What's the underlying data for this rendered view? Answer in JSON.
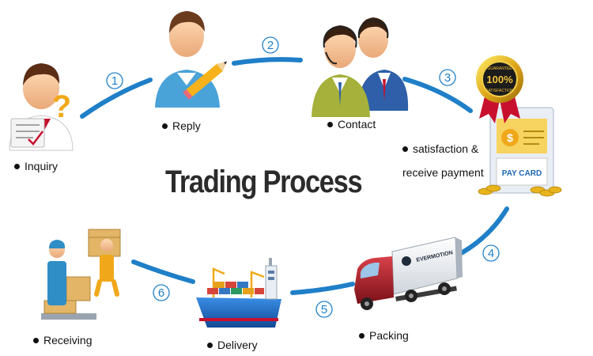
{
  "title": "Trading Process",
  "steps": [
    {
      "number": "1"
    },
    {
      "number": "2"
    },
    {
      "number": "3"
    },
    {
      "number": "4"
    },
    {
      "number": "5"
    },
    {
      "number": "6"
    }
  ],
  "stages": {
    "inquiry": "Inquiry",
    "reply": "Reply",
    "contact": "Contact",
    "payment_line1": "satisfaction &",
    "payment_line2": "receive payment",
    "packing": "Packing",
    "delivery": "Delivery",
    "receiving": "Receiving"
  },
  "badge": {
    "top": "GUARANTEE",
    "center": "100%",
    "bottom": "SATISFACTION"
  },
  "card": {
    "label": "PAY CARD"
  },
  "truck": {
    "brand": "EVERMOTION"
  },
  "colors": {
    "connector": "#1f7fc8",
    "title": "#2b2b2b"
  }
}
